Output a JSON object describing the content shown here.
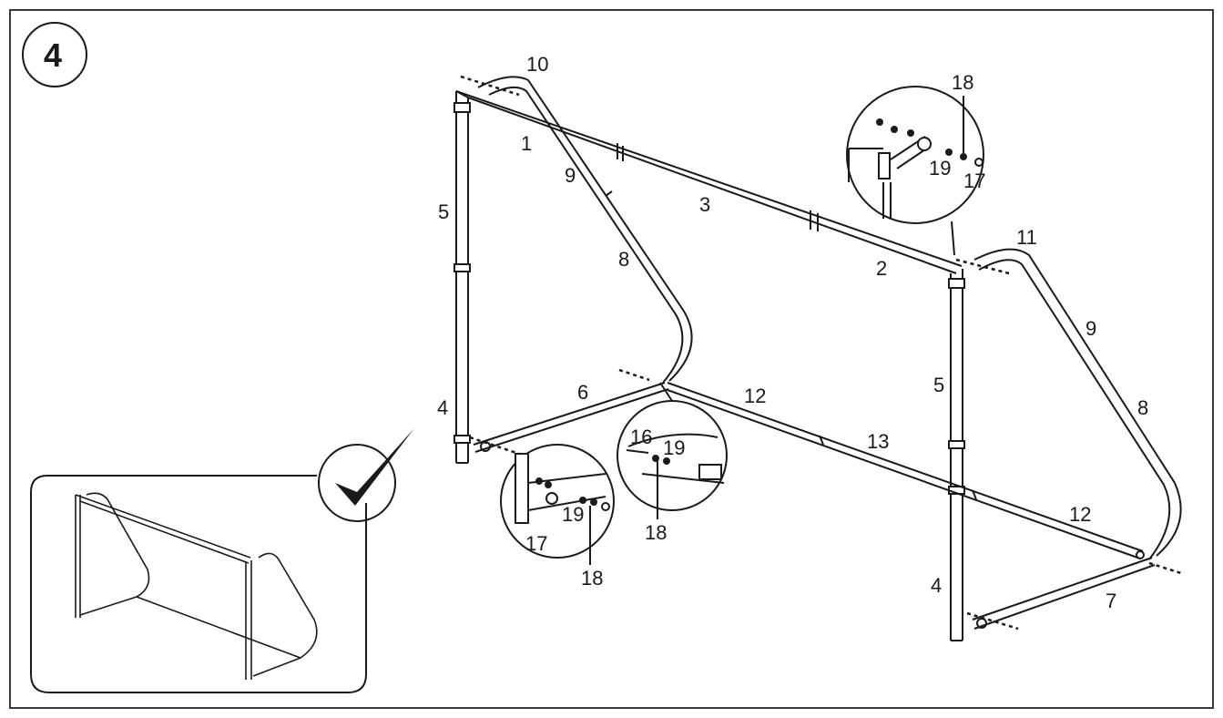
{
  "step_number": "4",
  "colors": {
    "line": "#1a1a1a",
    "frame": "#3a3a3a",
    "background": "#ffffff"
  },
  "icons": {
    "check": "checkmark-icon"
  },
  "parts": {
    "p1": "1",
    "p2": "2",
    "p3": "3",
    "p4_left": "4",
    "p4_right": "4",
    "p5_left": "5",
    "p5_right": "5",
    "p6": "6",
    "p7": "7",
    "p8_left": "8",
    "p8_right": "8",
    "p9_left": "9",
    "p9_right": "9",
    "p10": "10",
    "p11": "11",
    "p12_mid": "12",
    "p12_right": "12",
    "p13": "13"
  },
  "callout_top": {
    "c18": "18",
    "c19": "19",
    "c17": "17"
  },
  "callout_left": {
    "c17": "17",
    "c19": "19",
    "c18": "18"
  },
  "callout_mid": {
    "c16": "16",
    "c19": "19",
    "c18": "18"
  }
}
